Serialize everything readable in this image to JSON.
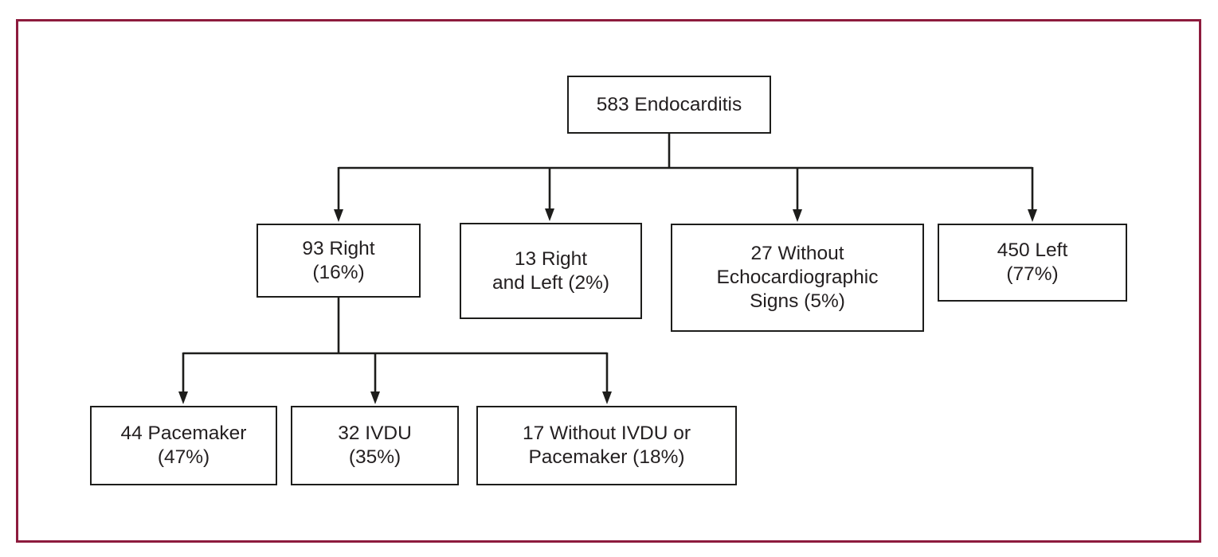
{
  "palette": {
    "frame_border": "#8d1b3d",
    "box_border": "#1d1d1b",
    "connector": "#1d1d1b",
    "text": "#231f20",
    "background": "#ffffff"
  },
  "flowchart": {
    "nodes": {
      "root": {
        "label": "583 Endocarditis",
        "count": 583,
        "lines": [
          "583 Endocarditis"
        ]
      },
      "right": {
        "label": "93 Right (16%)",
        "count": 93,
        "percent": "16%",
        "lines": [
          "93 Right",
          "(16%)"
        ]
      },
      "right_and_left": {
        "label": "13 Right and Left (2%)",
        "count": 13,
        "percent": "2%",
        "lines": [
          "13 Right",
          "and Left (2%)"
        ]
      },
      "without_echo": {
        "label": "27 Without Echocardiographic Signs (5%)",
        "count": 27,
        "percent": "5%",
        "lines": [
          "27 Without",
          "Echocardiographic",
          "Signs (5%)"
        ]
      },
      "left": {
        "label": "450 Left (77%)",
        "count": 450,
        "percent": "77%",
        "lines": [
          "450 Left",
          "(77%)"
        ]
      },
      "pacemaker": {
        "label": "44 Pacemaker (47%)",
        "count": 44,
        "percent": "47%",
        "lines": [
          "44 Pacemaker",
          "(47%)"
        ]
      },
      "ivdu": {
        "label": "32 IVDU (35%)",
        "count": 32,
        "percent": "35%",
        "lines": [
          "32 IVDU",
          "(35%)"
        ]
      },
      "without_ivdu": {
        "label": "17 Without IVDU or Pacemaker (18%)",
        "count": 17,
        "percent": "18%",
        "lines": [
          "17 Without IVDU or",
          "Pacemaker (18%)"
        ]
      }
    },
    "edges": [
      {
        "from": "root",
        "to": "right"
      },
      {
        "from": "root",
        "to": "right_and_left"
      },
      {
        "from": "root",
        "to": "without_echo"
      },
      {
        "from": "root",
        "to": "left"
      },
      {
        "from": "right",
        "to": "pacemaker"
      },
      {
        "from": "right",
        "to": "ivdu"
      },
      {
        "from": "right",
        "to": "without_ivdu"
      }
    ]
  }
}
